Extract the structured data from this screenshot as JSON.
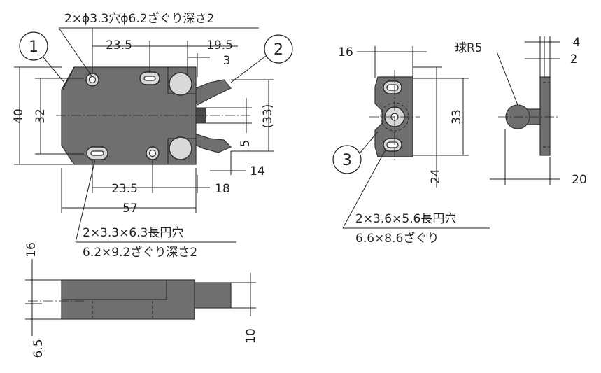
{
  "callouts": {
    "c1": "1",
    "c2": "2",
    "c3": "3"
  },
  "notes": {
    "top_hole": "2×ϕ3.3穴ϕ6.2ざぐり深さ2",
    "slot_line1": "2×3.3×6.3長円穴",
    "slot_line2": "6.2×9.2ざぐり深さ2",
    "strike_slot_line1": "2×3.6×5.6長円穴",
    "strike_slot_line2": "6.6×8.6ざぐり",
    "ball": "球R5"
  },
  "dims": {
    "d23_5_top": "23.5",
    "d19_5": "19.5",
    "d3": "3",
    "d40": "40",
    "d32": "32",
    "d33": "(33)",
    "d5": "5",
    "d14": "14",
    "d23_5_bot": "23.5",
    "d18": "18",
    "d57": "57",
    "d16_side": "16",
    "d6_5": "6.5",
    "d10": "10",
    "d16_strike": "16",
    "d33_strike": "33",
    "d24": "24",
    "d4": "4",
    "d2": "2",
    "d20": "20"
  }
}
